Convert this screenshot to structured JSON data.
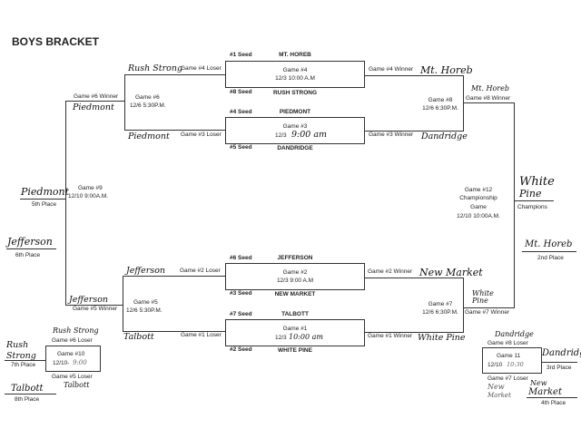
{
  "title": "BOYS BRACKET",
  "first_round": [
    {
      "game": "Game #4",
      "date": "12/3 10:00 A.M",
      "top_seed": "#1 Seed",
      "top_team": "MT. HOREB",
      "bottom_seed": "#8 Seed",
      "bottom_team": "RUSH STRONG",
      "loser_label": "Game #4 Loser",
      "winner_label": "Game #4 Winner",
      "loser_hw": "Rush Strong",
      "winner_hw": "Mt. Horeb"
    },
    {
      "game": "Game #3",
      "date": "12/3",
      "date_hw": "9:00 am",
      "top_seed": "#4 Seed",
      "top_team": "PIEDMONT",
      "bottom_seed": "#5 Seed",
      "bottom_team": "DANDRIDGE",
      "loser_label": "Game #3 Loser",
      "winner_label": "Game #3 Winner",
      "loser_hw": "Piedmont",
      "winner_hw": "Dandridge"
    },
    {
      "game": "Game #2",
      "date": "12/3 9:00 A.M",
      "top_seed": "#6 Seed",
      "top_team": "JEFFERSON",
      "bottom_seed": "#3 Seed",
      "bottom_team": "NEW MARKET",
      "loser_label": "Game #2 Loser",
      "winner_label": "Game #2 Winner",
      "loser_hw": "Jefferson",
      "winner_hw": "New Market"
    },
    {
      "game": "Game #1",
      "date": "12/3",
      "date_hw": "10:00 am",
      "top_seed": "#7 Seed",
      "top_team": "TALBOTT",
      "bottom_seed": "#2 Seed",
      "bottom_team": "WHITE PINE",
      "loser_label": "Game #1 Loser",
      "winner_label": "Game #1 Winner",
      "loser_hw": "Talbott",
      "winner_hw": "White Pine"
    }
  ],
  "game6": {
    "game": "Game #6",
    "date": "12/6 5:30P.M.",
    "winner_label": "Game #6 Winner",
    "winner_hw": "Piedmont"
  },
  "game5": {
    "game": "Game #5",
    "date": "12/6 5:30P.M.",
    "winner_label": "Game #5 Winner",
    "winner_hw": "Jefferson"
  },
  "game8": {
    "game": "Game #8",
    "date": "12/6 6:30P.M.",
    "winner_label": "Game #8 Winner",
    "winner_hw": "Mt. Horeb"
  },
  "game7": {
    "game": "Game #7",
    "date": "12/6 6:30P.M.",
    "winner_label": "Game #7 Winner",
    "winner_hw": "White Pine"
  },
  "game9": {
    "game": "Game #9",
    "date": "12/10 9:00A.M.",
    "fifth_hw": "Piedmont",
    "fifth_label": "5th Place",
    "sixth_hw": "Jefferson",
    "sixth_label": "6th Place"
  },
  "game12": {
    "l1": "Game #12",
    "l2": "Championship",
    "l3": "Game",
    "date": "12/10 10:00A.M.",
    "champ_hw1": "White",
    "champ_hw2": "Pine",
    "champ_label": "Champions",
    "second_hw": "Mt. Horeb",
    "second_label": "2nd Place"
  },
  "game10": {
    "game": "Game #10",
    "date": "12/10-",
    "date_hw": "9:00",
    "top_label": "Game #6 Loser",
    "top_hw": "Rush Strong",
    "bottom_label": "Game #5 Loser",
    "bottom_hw": "Talbott",
    "seventh_hw1": "Rush",
    "seventh_hw2": "Strong",
    "seventh_label": "7th Place",
    "eighth_hw": "Talbott",
    "eighth_label": "8th Place"
  },
  "game11": {
    "game": "Game 11",
    "date": "12/10",
    "date_hw": "10:30",
    "top_label": "Game #8 Loser",
    "top_hw": "Dandridge",
    "bottom_label": "Game #7 Loser",
    "bottom_hw1": "New",
    "bottom_hw2": "Market",
    "third_hw": "Dandridge",
    "third_label": "3rd Place",
    "fourth_hw1": "New",
    "fourth_hw2": "Market",
    "fourth_label": "4th Place"
  }
}
